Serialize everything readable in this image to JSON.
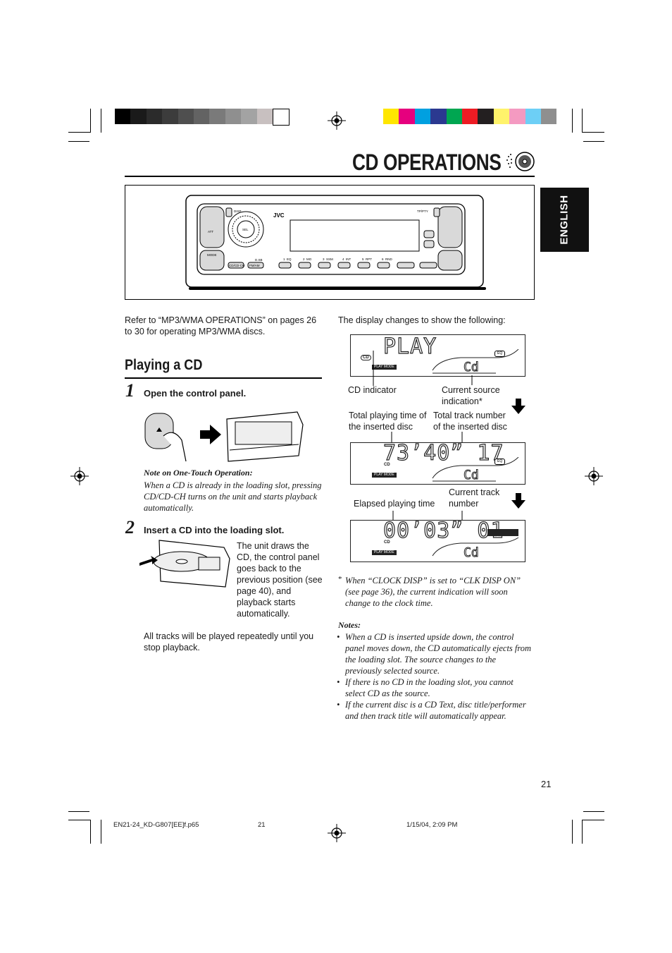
{
  "title": "CD OPERATIONS",
  "side_tab": "ENGLISH",
  "colors": {
    "grays": [
      "#000000",
      "#1a1a1a",
      "#2b2b2b",
      "#3c3c3c",
      "#4f4f4f",
      "#636363",
      "#7a7a7a",
      "#8f8f8f",
      "#a3a3a3",
      "#c8c0c0",
      "#ffffff"
    ],
    "process": [
      "#ffe600",
      "#e6007e",
      "#00a0e0",
      "#2b3990",
      "#00a651",
      "#ed1c24",
      "#231f20",
      "#fff36b",
      "#f49ac1",
      "#6dcff6",
      "#8f8f8f"
    ]
  },
  "unit": {
    "brand": "JVC",
    "labels": {
      "disp": "DISP",
      "tpty": "TP/PTY",
      "att": "ATT",
      "mode": "MODE",
      "sel": "SEL",
      "cd_ch": "CD/CD-CH",
      "fm_am": "FM/AM",
      "dab": "D.SB",
      "buttons": [
        "1",
        "2",
        "3",
        "4",
        "5",
        "6"
      ],
      "button_sub": [
        "EQ",
        "MO",
        "SSM",
        "INT",
        "RPT",
        "RND"
      ]
    }
  },
  "intro": "Refer to “MP3/WMA OPERATIONS” on pages 26 to 30 for operating MP3/WMA discs.",
  "section_title": "Playing a CD",
  "steps": [
    {
      "num": "1",
      "label": "Open the control panel."
    },
    {
      "num": "2",
      "label": "Insert a CD into the loading slot."
    }
  ],
  "one_touch_note": {
    "title": "Note on One-Touch Operation:",
    "body": "When a CD is already in the loading slot, pressing CD/CD-CH turns on the unit and starts playback automatically."
  },
  "step2_text": "The unit draws the CD, the control panel goes back to the previous position (see page 40), and playback starts automatically.",
  "repeat_text": "All tracks will be played repeatedly until you stop playback.",
  "display_intro": "The display changes to show the following:",
  "displays": [
    {
      "main": "PLAY",
      "source": "Cd",
      "cd": "CD",
      "mode": "PLAY MODE",
      "eq": "EQ"
    },
    {
      "main": "73’40” 17",
      "source": "Cd",
      "cd": "CD",
      "mode": "PLAY MODE",
      "eq": "EQ"
    },
    {
      "main": "00’03” 01",
      "source": "Cd",
      "cd": "CD",
      "mode": "PLAY MODE",
      "eq": "EQ"
    }
  ],
  "callouts": {
    "cd_indicator": "CD indicator",
    "current_source": "Current source indication*",
    "total_time": "Total playing time of the inserted disc",
    "total_tracks": "Total track number of the inserted disc",
    "elapsed": "Elapsed playing time",
    "current_track": "Current track number"
  },
  "footnote": {
    "mark": "*",
    "text": "When “CLOCK DISP” is set to “CLK DISP ON” (see page 36), the current indication will soon change to the clock time."
  },
  "notes": {
    "title": "Notes:",
    "items": [
      "When a CD is inserted upside down, the control panel moves down, the CD automatically ejects from the loading slot. The source changes to the previously selected source.",
      "If there is no CD in the loading slot, you cannot select CD as the source.",
      "If the current disc is a CD Text, disc title/performer and then track title will automatically appear."
    ]
  },
  "page_number": "21",
  "footer": {
    "file": "EN21-24_KD-G807[EE]f.p65",
    "page": "21",
    "date": "1/15/04, 2:09 PM"
  }
}
